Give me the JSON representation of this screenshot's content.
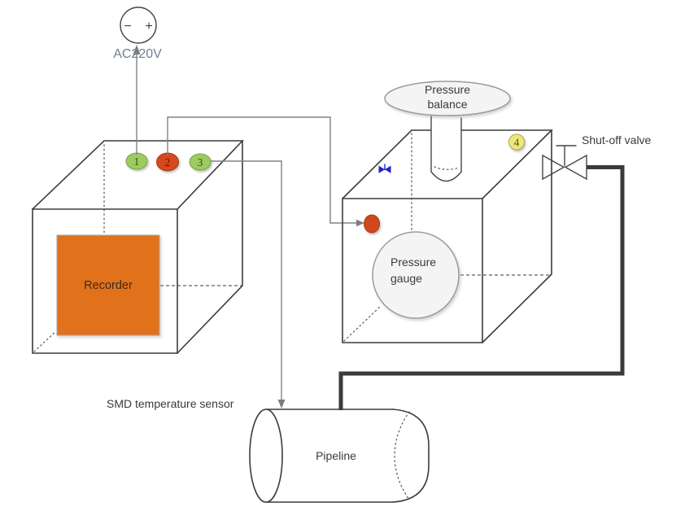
{
  "diagram": {
    "power_supply": {
      "label": "AC220V",
      "minus": "−",
      "plus": "+"
    },
    "recorder_unit": {
      "panel_label": "Recorder",
      "channels": [
        {
          "id": "ch1",
          "number": "1"
        },
        {
          "id": "ch2",
          "number": "2"
        },
        {
          "id": "ch3",
          "number": "3"
        }
      ]
    },
    "pressure_vessel": {
      "channel_number": "4",
      "balance_label": [
        "Pressure",
        "balance"
      ],
      "gauge_label": [
        "Pressure",
        "gauge"
      ]
    },
    "shutoff_valve_label": "Shut-off valve",
    "smd_sensor_label": "SMD temperature sensor",
    "pipeline_label": "Pipeline"
  },
  "colors": {
    "recorder_panel": "#e2711a",
    "recorder_panel_border": "#a8a8a8",
    "sensor_dot": "#d04a1e",
    "sensor_dot_border": "#a33a12",
    "channel_green": "#9ccb5f",
    "channel_green_border": "#7fa148",
    "channel_red": "#d5491d",
    "channel_red_border": "#a23a14",
    "channel_yellow": "#ece97c",
    "channel_yellow_border": "#b2a33e",
    "number_green_text": "#3f4a1a",
    "number_red_text": "#601408",
    "number_yellow_text": "#55502a",
    "blue_mark": "#2222cc",
    "power_text": "#6f7f91",
    "label_text": "#3a3a3a"
  }
}
